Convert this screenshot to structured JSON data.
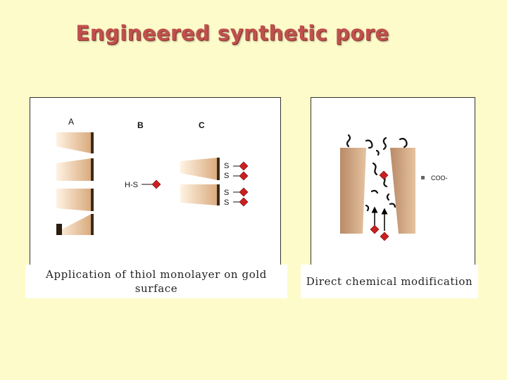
{
  "slide": {
    "title": "Engineered synthetic pore"
  },
  "left_panel": {
    "labels": {
      "a": "A",
      "b": "B",
      "c": "C"
    },
    "reagent": "H-S",
    "sulfur_labels": [
      "S",
      "S",
      "S",
      "S"
    ],
    "caption": "Application of thiol monolayer on gold surface"
  },
  "right_panel": {
    "legend_text": "COO-",
    "caption": "Direct chemical modification"
  },
  "colors": {
    "background": "#fdfbc9",
    "title": "#c0504d",
    "gold_light": "#fbe3c6",
    "gold_dark": "#c99468",
    "diamond": "#cc1f1f"
  }
}
